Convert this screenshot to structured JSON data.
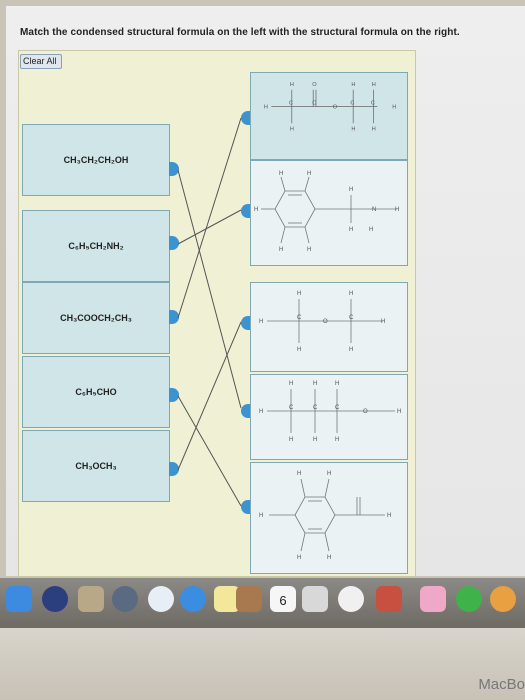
{
  "question": {
    "instruction": "Match the condensed structural formula on the left with the structural formula on the right.",
    "clear_label": "Clear All"
  },
  "left_items": [
    {
      "formula": "CH₃CH₂CH₂OH"
    },
    {
      "formula": "C₆H₅CH₂NH₂"
    },
    {
      "formula": "CH₃COOCH₂CH₃"
    },
    {
      "formula": "C₆H₅CHO"
    },
    {
      "formula": "CH₃OCH₃"
    }
  ],
  "right_structures": [
    {
      "depicts": "ester-chain"
    },
    {
      "depicts": "benzylamine-ring"
    },
    {
      "depicts": "ether-chain"
    },
    {
      "depicts": "propanol-chain"
    },
    {
      "depicts": "benzaldehyde-ring"
    }
  ],
  "dock": {
    "calendar_day": "6"
  },
  "bezel": {
    "brand": "MacBo"
  }
}
